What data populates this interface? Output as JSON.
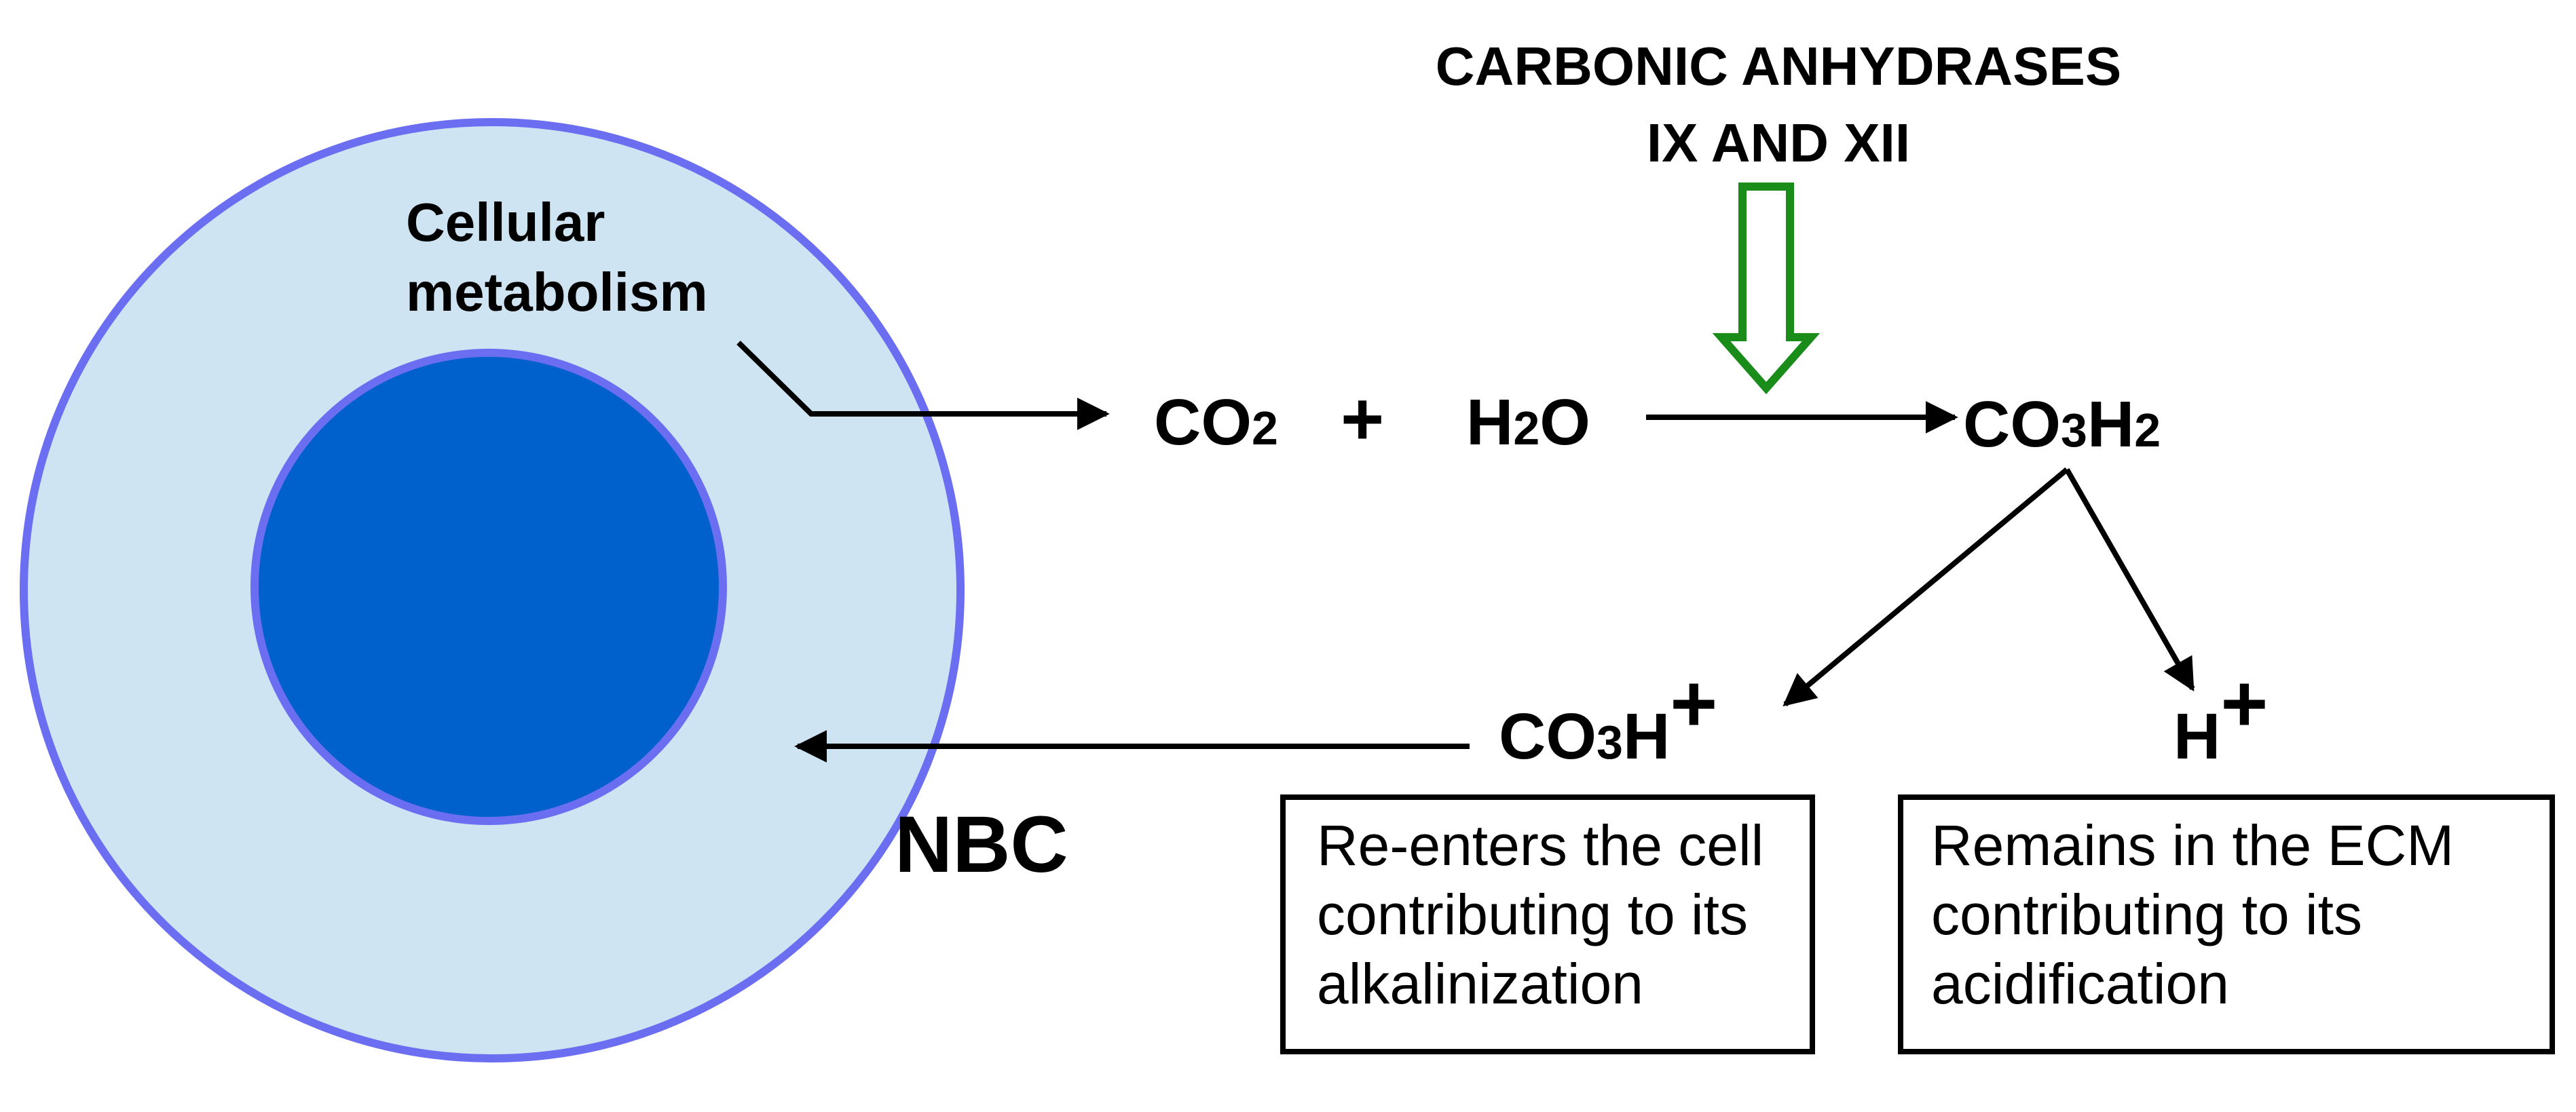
{
  "colors": {
    "cell_outer_fill": "#cfe4f3",
    "cell_outer_stroke": "#6b6ef0",
    "nucleus_fill": "#0060cc",
    "nucleus_stroke": "#6b6ef0",
    "enzyme_arrow": "#1a8c1a",
    "line": "#000000"
  },
  "icons": {
    "cell": "cell-circle-icon",
    "nucleus": "nucleus-circle-icon",
    "enzyme_arrow": "down-arrow-icon"
  },
  "labels": {
    "metabolism_line1": "Cellular",
    "metabolism_line2": "metabolism",
    "enzyme_line1": "CARBONIC ANHYDRASES",
    "enzyme_line2": "IX AND XII",
    "transporter": "NBC"
  },
  "equation": {
    "co2_base": "CO",
    "co2_sub": "2",
    "plus": "+",
    "h2o_h": "H",
    "h2o_sub": "2",
    "h2o_o": "O",
    "carbonic_c": "CO",
    "carbonic_sub1": "3",
    "carbonic_h": "H",
    "carbonic_sub2": "2"
  },
  "products": {
    "bicarbonate_base": "CO",
    "bicarbonate_sub": "3",
    "bicarbonate_h": "H",
    "bicarbonate_charge": "+",
    "proton_base": "H",
    "proton_charge": "+"
  },
  "boxes": {
    "left": [
      "Re-enters the cell",
      "contributing to its",
      "alkalinization"
    ],
    "right": [
      "Remains in the ECM",
      "contributing to its",
      "acidification"
    ]
  }
}
